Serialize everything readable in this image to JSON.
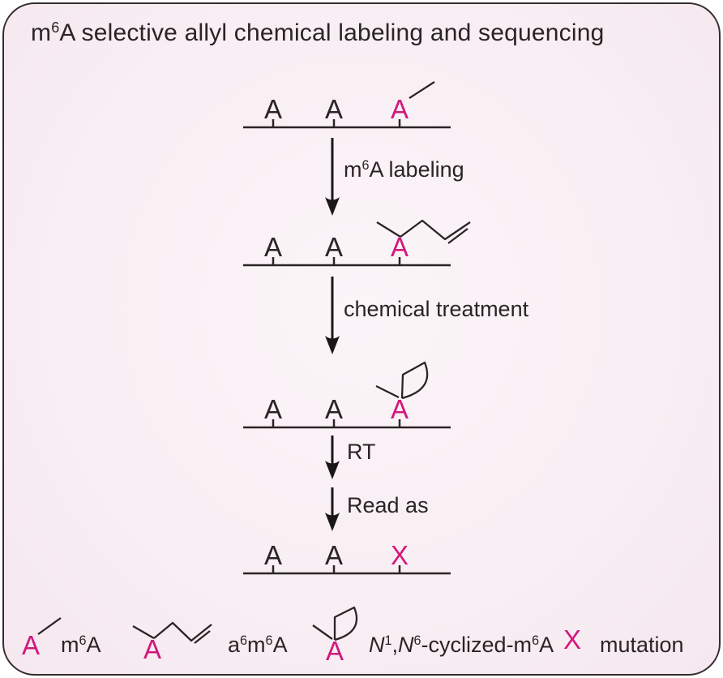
{
  "colors": {
    "highlight_pink": "#d2197d",
    "ink": "#2b2426",
    "card_background": "#f8eef3"
  },
  "card": {
    "title": {
      "pre": "m",
      "sup": "6",
      "post": "A selective allyl chemical labeling and sequencing"
    }
  },
  "diagram": {
    "strands": {
      "original": [
        "A",
        "A",
        "A"
      ],
      "labeled": [
        "A",
        "A",
        "A"
      ],
      "cyclized": [
        "A",
        "A",
        "A"
      ],
      "readout": [
        "A",
        "A",
        "X"
      ]
    },
    "structures": {
      "strand1_mark": "methyl-group",
      "strand2_mark": "methyl-and-allyl-group",
      "strand3_mark": "methyl-and-cyclized-ring"
    },
    "steps": [
      {
        "label": {
          "pre": "m",
          "sup": "6",
          "post": "A labeling"
        }
      },
      {
        "label": {
          "pre": "chemical treatment"
        }
      },
      {
        "label": {
          "pre": "RT"
        }
      },
      {
        "label": {
          "pre": "Read as"
        }
      }
    ]
  },
  "legend": {
    "items": [
      {
        "symbol": "A",
        "structure_icon": "methyl-line",
        "label": {
          "p0": "m",
          "s0": "6",
          "p1": "A"
        }
      },
      {
        "symbol": "A",
        "structure_icon": "allyl-chain",
        "label": {
          "p0": "a",
          "s0": "6",
          "p1": "m",
          "s1": "6",
          "p2": "A"
        }
      },
      {
        "symbol": "A",
        "structure_icon": "cyclized-ring",
        "label": {
          "i0": "N",
          "s0": "1",
          "p0": ",",
          "i1": "N",
          "s1": "6",
          "p1": "-cyclized-m",
          "s2": "6",
          "p2": "A"
        }
      },
      {
        "symbol": "X",
        "structure_icon": "none",
        "label": {
          "p0": "mutation"
        }
      }
    ]
  }
}
